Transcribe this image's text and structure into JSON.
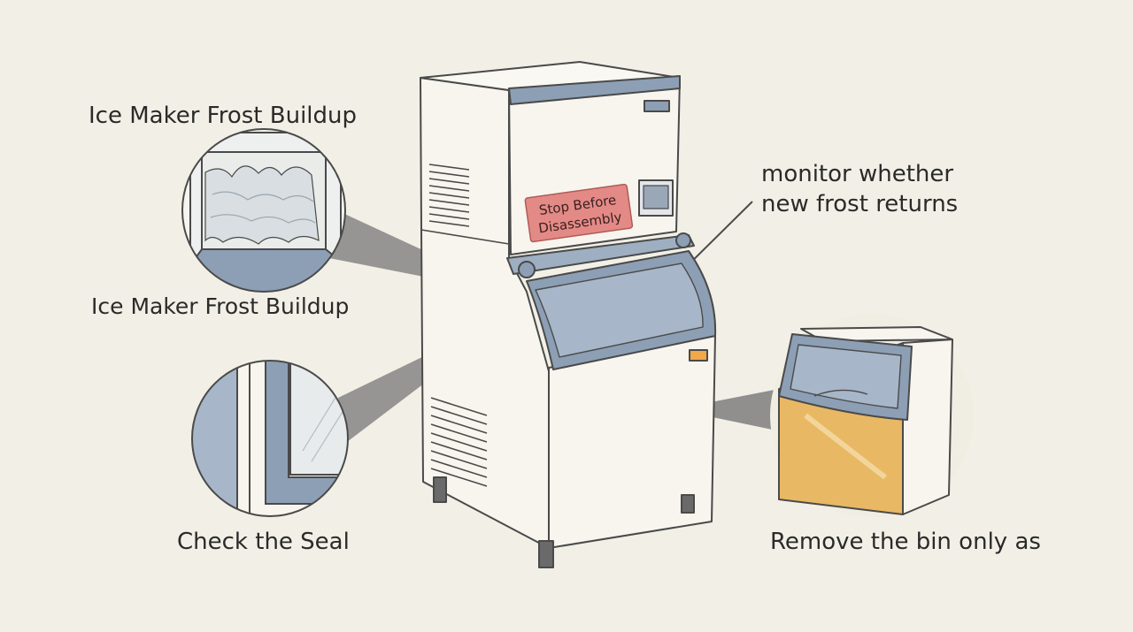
{
  "labels": {
    "frost_top": "Ice Maker Frost Buildup",
    "frost_mid": "Ice Maker Frost Buildup",
    "seal": "Check the Seal",
    "monitor": "monitor whether new frost returns",
    "remove_bin": "Remove the bin only as"
  },
  "warning_label": {
    "line1": "Stop Before",
    "line2": "Disassembly"
  },
  "colors": {
    "background": "#f2f0e6",
    "ink": "#4a4a4a",
    "steel_blue": "#8d9fb5",
    "warning_red": "#e48a86",
    "bin_amber": "#e8b864",
    "indicator_orange": "#f0a848"
  }
}
